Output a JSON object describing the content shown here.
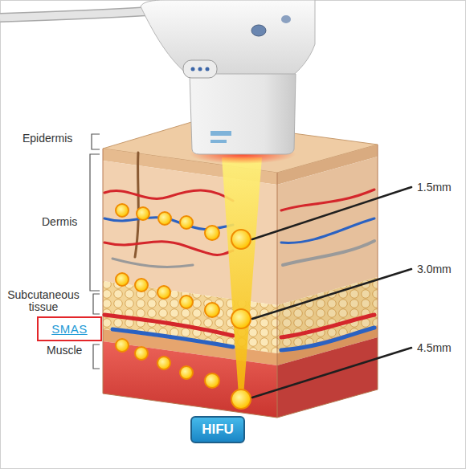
{
  "diagram": {
    "nodes": [
      {
        "text": [
          "SMAS"
        ]
      },
      {
        "text": [
          "HIFU"
        ]
      }
    ],
    "labels": [
      "Epidermis",
      "Dermis",
      "Subcutaneous tissue",
      "Muscle",
      "1.5mm",
      "3.0mm",
      "4.5mm"
    ]
  }
}
